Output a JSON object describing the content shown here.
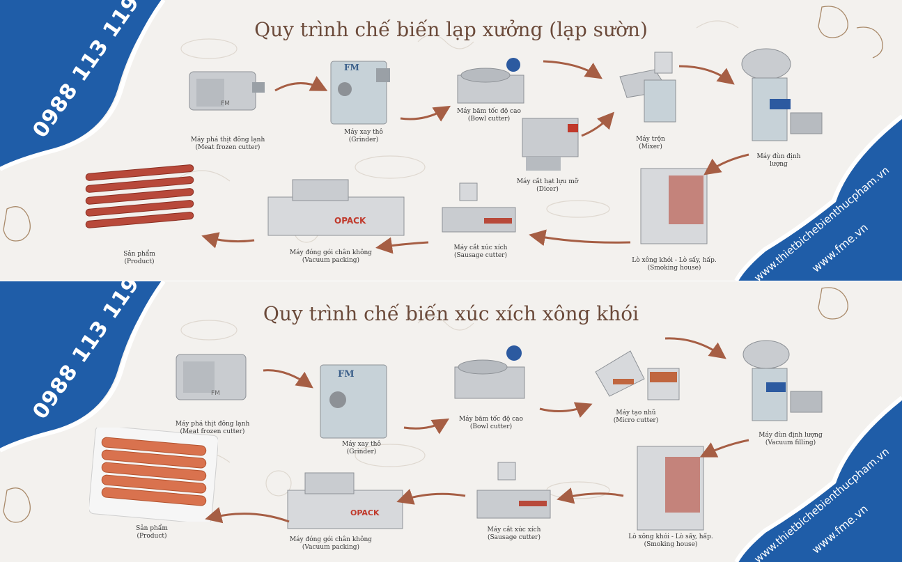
{
  "contact": {
    "phone": "0988 113 119",
    "site_1": "www.thietbichebienthucpham.vn",
    "site_2": "www.fme.vn"
  },
  "panels": [
    {
      "title": "Quy trình chế biến lạp xưởng (lạp sườn)",
      "steps": [
        {
          "vi": "Máy phá thịt đông lạnh",
          "en": "(Meat frozen cutter)"
        },
        {
          "vi": "Máy xay thô",
          "en": "(Grinder)"
        },
        {
          "vi": "Máy băm tốc độ cao",
          "en": "(Bowl cutter)"
        },
        {
          "vi": "Máy cắt hạt lựu mỡ",
          "en": "(Dicer)"
        },
        {
          "vi": "Máy trộn",
          "en": "(Mixer)"
        },
        {
          "vi": "Máy đùn định",
          "en": "lượng"
        },
        {
          "vi": "Lò xông khói - Lò sấy, hấp.",
          "en": "(Smoking house)"
        },
        {
          "vi": "Máy cắt xúc xích",
          "en": "(Sausage cutter)"
        },
        {
          "vi": "Máy đóng gói chân không",
          "en": "(Vacuum packing)"
        },
        {
          "vi": "Sản phẩm",
          "en": "(Product)"
        }
      ]
    },
    {
      "title": "Quy trình chế biến xúc xích xông khói",
      "steps": [
        {
          "vi": "Máy phá thịt đông lạnh",
          "en": "(Meat frozen cutter)"
        },
        {
          "vi": "Máy xay thô",
          "en": "(Grinder)"
        },
        {
          "vi": "Máy băm tốc độ cao",
          "en": "(Bowl cutter)"
        },
        {
          "vi": "Máy tạo nhũ",
          "en": "(Micro cutter)"
        },
        {
          "vi": "Máy đùn định lượng",
          "en": "(Vacuum filling)"
        },
        {
          "vi": "Lò xông khói - Lò sấy, hấp.",
          "en": "(Smoking house)"
        },
        {
          "vi": "Máy cắt xúc xích",
          "en": "(Sausage cutter)"
        },
        {
          "vi": "Máy đóng gói chân không",
          "en": "(Vacuum packing)"
        },
        {
          "vi": "Sản phẩm",
          "en": "(Product)"
        }
      ]
    }
  ],
  "brand_marks": {
    "fm": "FM",
    "opack": "OPACK"
  },
  "colors": {
    "title": "#6b4a3a",
    "arrow": "#a65e44",
    "blue": "#1f5da8",
    "steel": "#c9ccd0",
    "sausage": "#b8493a",
    "hotdog": "#d9724e"
  }
}
